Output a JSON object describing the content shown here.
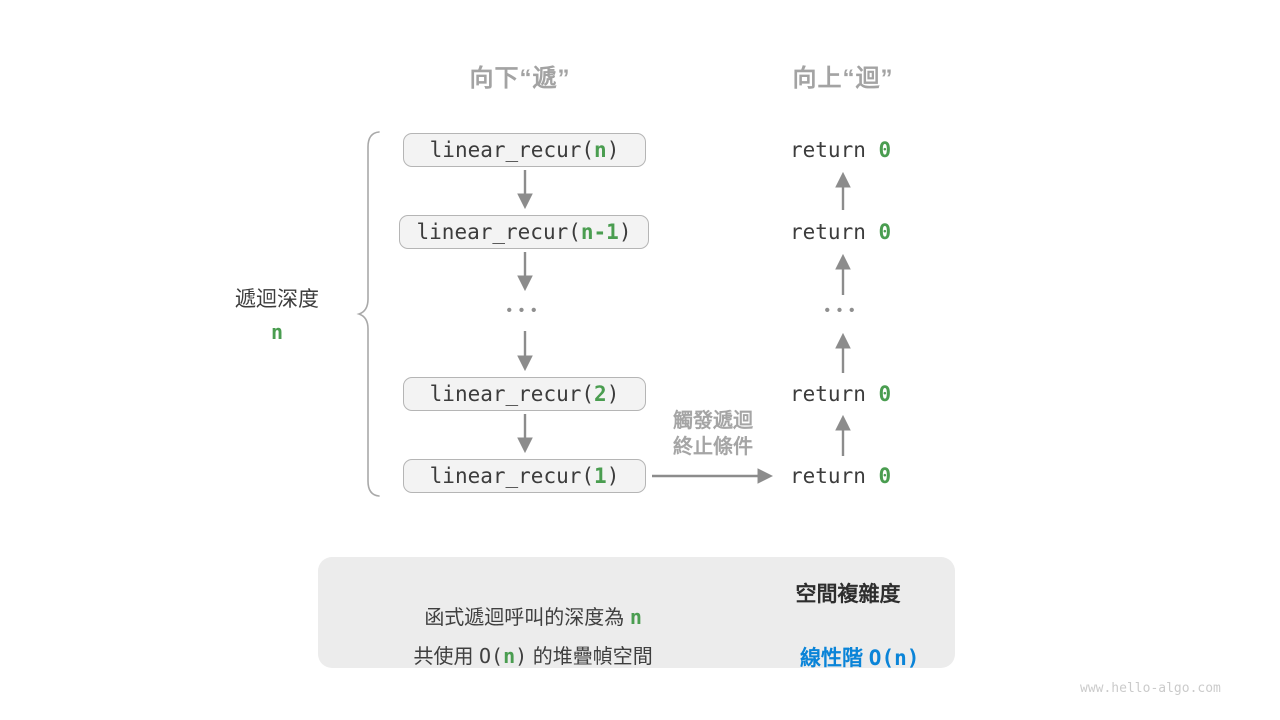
{
  "colors": {
    "green": "#4a9d50",
    "blue": "#0a84d8",
    "header_gray": "#a3a3a3",
    "dark_text": "#3c3c3c",
    "arrow_gray": "#8c8c8c",
    "box_fill": "#f3f3f3",
    "box_border": "#b5b5b5",
    "summary_fill": "#ececec"
  },
  "headers": {
    "descend": "向下“遞”",
    "ascend": "向上“迴”"
  },
  "depth_label": {
    "text": "遞迴深度",
    "value": "n"
  },
  "call_stack": [
    {
      "prefix": "linear_recur(",
      "arg": "n",
      "suffix": ")"
    },
    {
      "prefix": "linear_recur(",
      "arg": "n-1",
      "suffix": ")"
    },
    {
      "prefix": "linear_recur(",
      "arg": "2",
      "suffix": ")"
    },
    {
      "prefix": "linear_recur(",
      "arg": "1",
      "suffix": ")"
    }
  ],
  "ellipsis": "•••",
  "returns": [
    {
      "keyword": "return ",
      "value": "0"
    },
    {
      "keyword": "return ",
      "value": "0"
    },
    {
      "keyword": "return ",
      "value": "0"
    },
    {
      "keyword": "return ",
      "value": "0"
    }
  ],
  "terminate_label": {
    "line1": "觸發遞迴",
    "line2": "終止條件"
  },
  "summary": {
    "line1_text": "函式遞迴呼叫的深度為 ",
    "line1_value": "n",
    "line2_pre": "共使用 ",
    "line2_open": "O(",
    "line2_value": "n",
    "line2_close": ")",
    "line2_post": " 的堆疊幀空間",
    "result_title": "空間複雜度",
    "result_text": "線性階 ",
    "result_code": "O(n)"
  },
  "watermark": "www.hello-algo.com"
}
